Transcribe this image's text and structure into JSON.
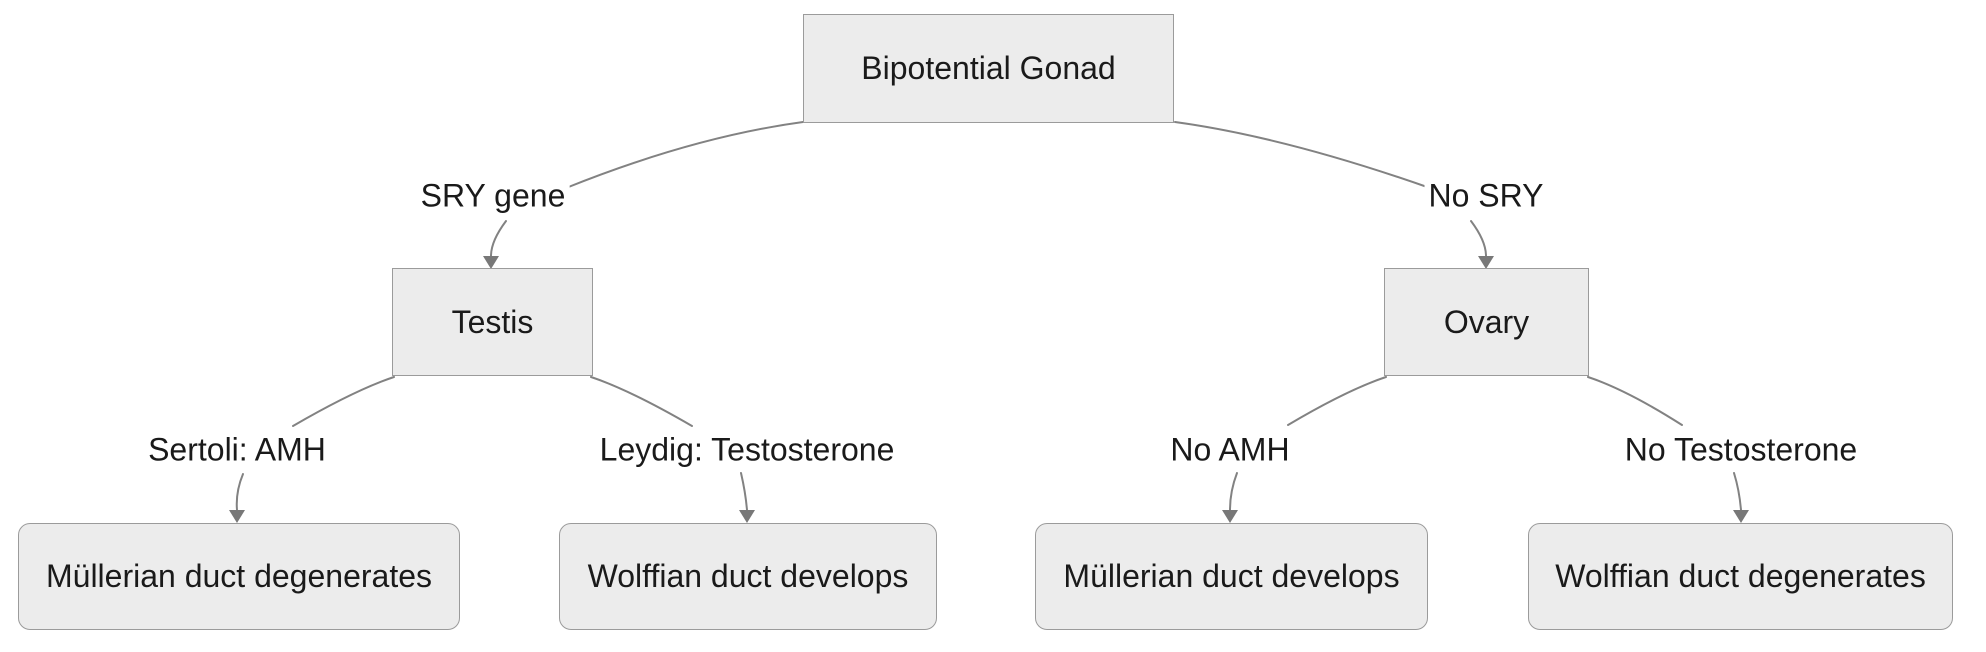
{
  "diagram": {
    "colors": {
      "background": "#ffffff",
      "node_fill": "#ececec",
      "node_border": "#9b9b9b",
      "edge_stroke": "#828282",
      "arrowhead_fill": "#787878",
      "text": "#1a1a1a"
    },
    "nodes": {
      "bipotential_gonad": {
        "label": "Bipotential Gonad"
      },
      "testis": {
        "label": "Testis"
      },
      "ovary": {
        "label": "Ovary"
      },
      "mullerian_degenerates": {
        "label": "Müllerian duct degenerates"
      },
      "wolffian_develops": {
        "label": "Wolffian duct develops"
      },
      "mullerian_develops": {
        "label": "Müllerian duct develops"
      },
      "wolffian_degenerates": {
        "label": "Wolffian duct degenerates"
      }
    },
    "edges": {
      "sry_gene": {
        "label": "SRY gene"
      },
      "no_sry": {
        "label": "No SRY"
      },
      "sertoli_amh": {
        "label": "Sertoli: AMH"
      },
      "leydig_testosterone": {
        "label": "Leydig: Testosterone"
      },
      "no_amh": {
        "label": "No AMH"
      },
      "no_testosterone": {
        "label": "No Testosterone"
      }
    }
  }
}
